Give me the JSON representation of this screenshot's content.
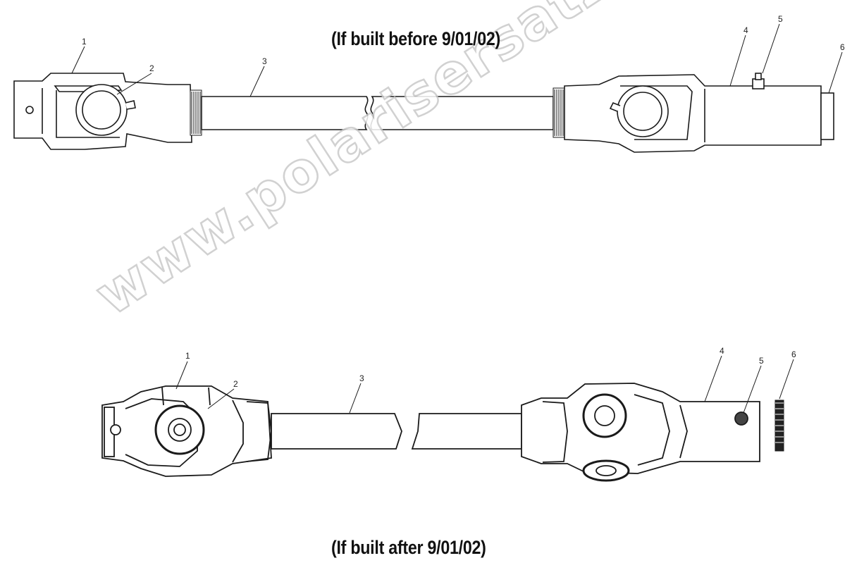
{
  "captions": {
    "top": "(If built before 9/01/02)",
    "bottom": "(If built after 9/01/02)"
  },
  "callouts_top": [
    "1",
    "2",
    "3",
    "4",
    "5",
    "6"
  ],
  "callouts_bottom": [
    "1",
    "2",
    "3",
    "4",
    "5",
    "6"
  ],
  "watermark": "www.polarisersatzteile.de",
  "colors": {
    "line": "#1a1a1a",
    "watermark_outline": "#c9c9c9"
  }
}
